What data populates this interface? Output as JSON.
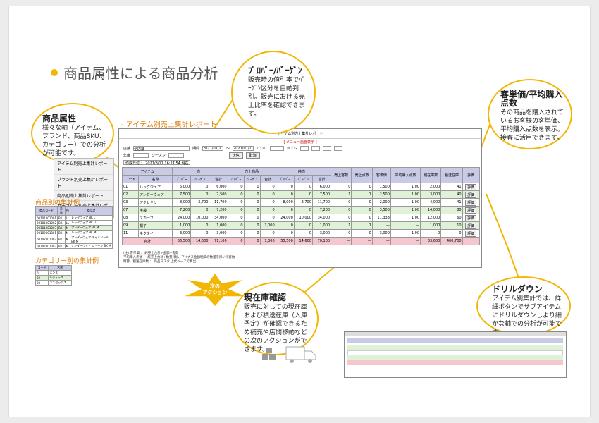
{
  "title": "商品属性による商品分析",
  "report_label": "- アイテム別売上集計レポート",
  "report": {
    "title": "アイテム別売上集計レポート",
    "menu_link": "[ メニュー画面表示 ]",
    "store_label": "店舗",
    "store_value": "全店舗",
    "period_label": "期間",
    "period_from": "2021/01/1",
    "period_sep": "～",
    "period_to": "2021/01/1",
    "brand_label": "ﾌﾞﾗﾝﾄﾞ",
    "category_label": "ｶﾃｺﾞﾘｰ",
    "year_label": "年度",
    "season_label": "シーズン",
    "search_button": "送信",
    "clear_button": "取消",
    "created": "作成日付 ： 2021/8/11 16:27:54 現在",
    "headers": {
      "item": "アイテム",
      "code": "コード",
      "name": "名称",
      "sales": "売上",
      "pro": "ﾌﾟﾛﾊﾟｰ",
      "bargain": "ﾊﾞｰｹﾞﾝ",
      "total": "合計",
      "sales_goods": "売上商品",
      "stock_sales": "純売上",
      "qty": "売上客数",
      "stock_qty": "売上点数",
      "unit_price": "客単価",
      "avg_items": "平均購入点数",
      "stock": "現在庫数",
      "stock2": "積送在庫",
      "eval": "評価"
    },
    "rows": [
      {
        "code": "01",
        "name": "レッグウェア",
        "a": "6,000",
        "b": "0",
        "c": "6,000",
        "d": "0",
        "e": "0",
        "f": "0",
        "g": "0",
        "h": "0",
        "i": "6,000",
        "j": "0",
        "k": "0",
        "l": "1,500",
        "m": "1.00",
        "n": "2,000",
        "o": "41",
        "green": false
      },
      {
        "code": "02",
        "name": "アンダーウェア",
        "a": "7,500",
        "b": "0",
        "c": "7,500",
        "d": "0",
        "e": "0",
        "f": "0",
        "g": "0",
        "h": "0",
        "i": "7,500",
        "j": "1",
        "k": "1",
        "l": "2,500",
        "m": "1.00",
        "n": "3,000",
        "o": "40",
        "green": true
      },
      {
        "code": "03",
        "name": "アクセサリー",
        "a": "8,000",
        "b": "3,700",
        "c": "11,700",
        "d": "0",
        "e": "0",
        "f": "0",
        "g": "8,000",
        "h": "3,700",
        "i": "11,700",
        "j": "0",
        "k": "0",
        "l": "2,000",
        "m": "1.00",
        "n": "4,000",
        "o": "41",
        "green": false
      },
      {
        "code": "07",
        "name": "手袋",
        "a": "7,200",
        "b": "0",
        "c": "7,200",
        "d": "0",
        "e": "0",
        "f": "0",
        "g": "0",
        "h": "0",
        "i": "7,200",
        "j": "0",
        "k": "0",
        "l": "3,500",
        "m": "1.00",
        "n": "14,000",
        "o": "80",
        "green": true
      },
      {
        "code": "08",
        "name": "スカーフ",
        "a": "24,000",
        "b": "10,000",
        "c": "34,000",
        "d": "0",
        "e": "0",
        "f": "0",
        "g": "24,000",
        "h": "10,000",
        "i": "34,000",
        "j": "0",
        "k": "0",
        "l": "11,333",
        "m": "1.00",
        "n": "12,000",
        "o": "60",
        "green": false
      },
      {
        "code": "09",
        "name": "帽子",
        "a": "1,000",
        "b": "0",
        "c": "1,000",
        "d": "0",
        "e": "0",
        "f": "1,000",
        "g": "0",
        "h": "0",
        "i": "1,000",
        "j": "1",
        "k": "1",
        "l": "—",
        "m": "—",
        "n": "1,000",
        "o": "10",
        "green": true
      },
      {
        "code": "11",
        "name": "ネクタイ",
        "a": "3,000",
        "b": "0",
        "c": "3,000",
        "d": "0",
        "e": "0",
        "f": "0",
        "g": "0",
        "h": "0",
        "i": "3,000",
        "j": "0",
        "k": "0",
        "l": "3,000",
        "m": "1.00",
        "n": "0",
        "o": "0",
        "green": false
      }
    ],
    "total": {
      "name": "合計",
      "a": "56,500",
      "b": "14,600",
      "c": "71,100",
      "d": "0",
      "e": "0",
      "f": "1,000",
      "g": "55,500",
      "h": "14,600",
      "i": "70,100",
      "j": "—",
      "k": "—",
      "l": "—",
      "m": "—",
      "n": "33,600",
      "o": "400,700"
    },
    "eval_button": "評価",
    "notes": [
      "(注) 客単価 ： 純売上合計÷金額÷客数",
      "平均購入点数 ： 純売上合計÷数量(額)、マイナス金額明細の数量を除いて客数",
      "精算、積送在庫数 ： 商品マスタ 上代ベースで算出"
    ]
  },
  "menu_list": [
    "アイテム別売上集計レポート",
    "ブランド別売上集計レポート",
    "商品別売上集計レポート",
    "カテゴリー別売上集計レポート"
  ],
  "callouts": {
    "attr": {
      "title": "商品属性",
      "body": "様々な軸（アイテム、ブランド、商品SKU、カテゴリー）での分析が可能です。"
    },
    "proper": {
      "title": "ﾌﾟﾛﾊﾟｰ/ﾊﾞｰｹﾞﾝ",
      "body": "販売時の値引率でﾊﾞｰｹﾞﾝ区分を自動判別。販売における売上比率を確認できます。"
    },
    "unit": {
      "title": "客単価/平均購入点数",
      "body": "その商品を購入されているお客様の客単価、平均購入点数を表示。接客に活用できます。"
    },
    "stock": {
      "title": "現在庫確認",
      "body": "販売に対しての現在庫および積送在庫（入庫予定）が確認できるため補充や店間移動などの次のアクションができます。"
    },
    "drill": {
      "title": "ドリルダウン",
      "body": "アイテム別集計では、詳細ボタンでサブアイテムにドリルダウンしより細かな軸での分析が可能です。"
    }
  },
  "next_action": "次の\nアクション",
  "product_example": {
    "label": "商品別の集計例",
    "headers": [
      "商品コード",
      "品番",
      "色",
      "サイズ",
      "商品名"
    ],
    "rows": [
      [
        "00101001001",
        "BK",
        "L",
        "レッグウェア BK L"
      ],
      [
        "00101001002",
        "BK",
        "LL",
        "レッグウェア BK LL"
      ],
      [
        "00101001003",
        "BK",
        "M",
        "アンダーウェア BK M"
      ],
      [
        "00102001001",
        "BK",
        "M",
        "レッグウェア BK M"
      ],
      [
        "00102001002",
        "BK",
        "M",
        "アンダーウェア キャミソール BK M"
      ],
      [
        "00102001003",
        "BK",
        "M",
        "アンダーウェア ショーツ BK M"
      ]
    ]
  },
  "category_example": {
    "label": "カテゴリー別の集計例",
    "headers": [
      "コード",
      "名称"
    ],
    "rows": [
      [
        "01",
        "メンズ"
      ],
      [
        "02",
        "レディース"
      ],
      [
        "03",
        "ユニセックス"
      ]
    ]
  },
  "colors": {
    "accent": "#f2b705",
    "orange_text": "#e07b00",
    "header_blue": "#c9cbe6",
    "row_green": "#dff2d8",
    "row_pink": "#f4c7cf"
  }
}
